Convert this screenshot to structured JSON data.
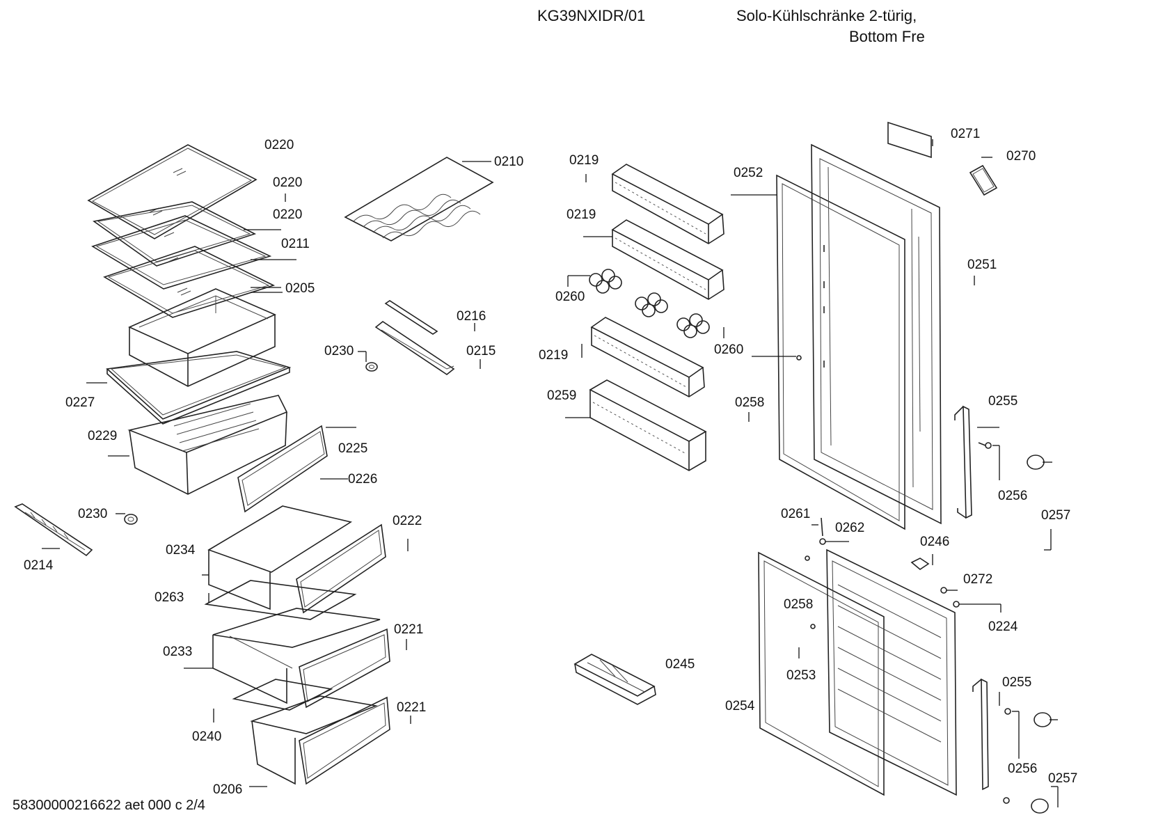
{
  "header": {
    "model": "KG39NXIDR/01",
    "description_line1": "Solo-Kühlschränke 2-türig,",
    "description_line2": "Bottom Fre"
  },
  "footer": {
    "code": "58300000216622 aet 000 c 2/4"
  },
  "part_labels": {
    "p0220a": "0220",
    "p0220b": "0220",
    "p0220c": "0220",
    "p0211": "0211",
    "p0205": "0205",
    "p0227": "0227",
    "p0229": "0229",
    "p0225": "0225",
    "p0226": "0226",
    "p0230a": "0230",
    "p0214": "0214",
    "p0210": "0210",
    "p0216": "0216",
    "p0215": "0215",
    "p0230b": "0230",
    "p0222": "0222",
    "p0234": "0234",
    "p0263": "0263",
    "p0233": "0233",
    "p0221a": "0221",
    "p0221b": "0221",
    "p0240": "0240",
    "p0206": "0206",
    "p0219a": "0219",
    "p0219b": "0219",
    "p0260a": "0260",
    "p0260b": "0260",
    "p0219c": "0219",
    "p0259": "0259",
    "p0245": "0245",
    "p0252": "0252",
    "p0271": "0271",
    "p0270": "0270",
    "p0251": "0251",
    "p0258a": "0258",
    "p0255a": "0255",
    "p0256a": "0256",
    "p0257a": "0257",
    "p0261": "0261",
    "p0262": "0262",
    "p0246": "0246",
    "p0272": "0272",
    "p0224": "0224",
    "p0258b": "0258",
    "p0253": "0253",
    "p0254": "0254",
    "p0255b": "0255",
    "p0256b": "0256",
    "p0257b": "0257"
  }
}
